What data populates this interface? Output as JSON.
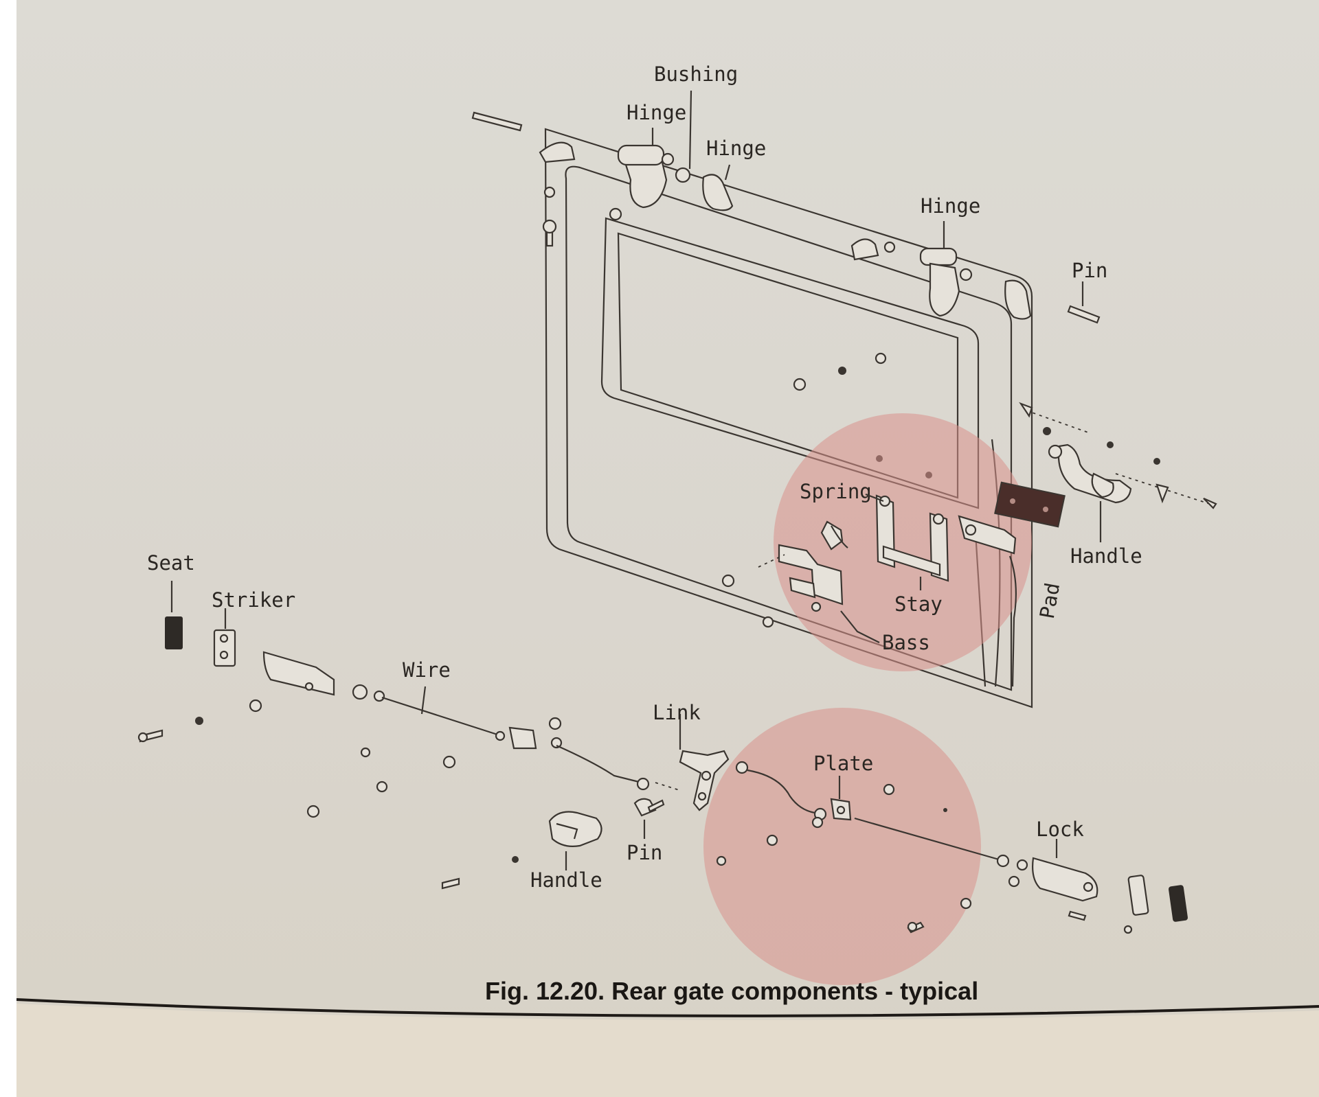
{
  "caption": "Fig. 12.20. Rear gate components - typical",
  "labels": {
    "bushing": "Bushing",
    "hinge_1": "Hinge",
    "hinge_2": "Hinge",
    "hinge_3": "Hinge",
    "pin_top": "Pin",
    "spring": "Spring",
    "stay": "Stay",
    "bass": "Bass",
    "pad": "Pad",
    "handle_right": "Handle",
    "seat": "Seat",
    "striker": "Striker",
    "wire": "Wire",
    "link": "Link",
    "plate": "Plate",
    "lock": "Lock",
    "pin_bottom": "Pin",
    "handle_bottom": "Handle"
  },
  "highlight_color": "#d9928c"
}
